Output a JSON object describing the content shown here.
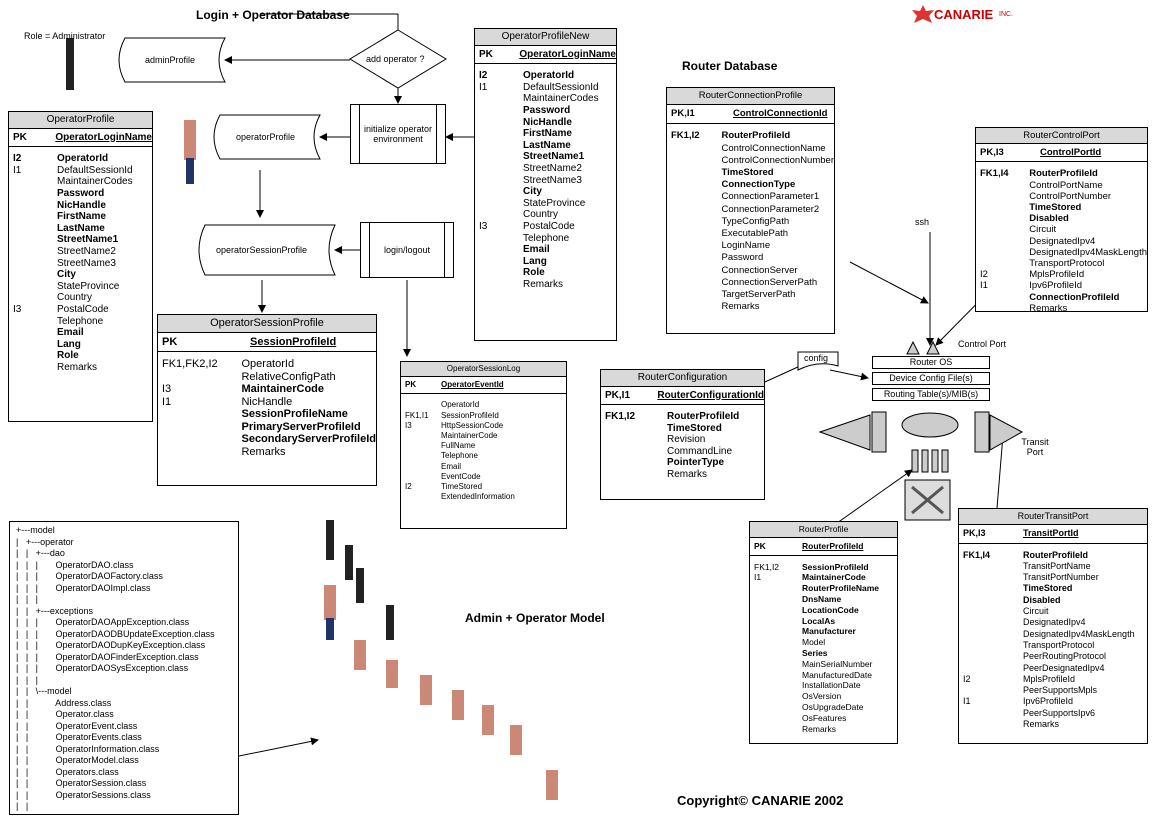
{
  "logo": {
    "brand": "CANARIE",
    "suffix": "INC."
  },
  "headings": {
    "login": "Login + Operator Database",
    "router": "Router Database",
    "admin": "Admin + Operator Model",
    "copyright": "Copyright© CANARIE 2002"
  },
  "labels": {
    "role_admin": "Role = Administrator",
    "admin_profile": "adminProfile",
    "operator_profile": "operatorProfile",
    "operator_session_profile": "operatorSessionProfile",
    "add_operator": "add operator ?",
    "initialize": "initialize operator environment",
    "login_logout": "login/logout",
    "ssh": "ssh",
    "control_port": "Control Port",
    "transit_port": "Transit Port",
    "config": "config"
  },
  "router_os": [
    "Router OS",
    "Device Config File(s)",
    "Routing Table(s)/MIB(s)"
  ],
  "tables": {
    "operator_profile": {
      "title": "OperatorProfile",
      "pk": "PK",
      "pk_field": "OperatorLoginName",
      "keys": [
        "I2",
        "I1",
        "",
        "",
        "",
        "",
        "",
        "",
        "",
        "",
        "",
        "",
        "",
        "I3",
        "",
        "",
        "",
        ""
      ],
      "fields": [
        "OperatorId",
        "DefaultSessionId",
        "MaintainerCodes",
        "Password",
        "NicHandle",
        "FirstName",
        "LastName",
        "StreetName1",
        "StreetName2",
        "StreetName3",
        "City",
        "StateProvince",
        "Country",
        "PostalCode",
        "Telephone",
        "Email",
        "Lang",
        "Role",
        "Remarks"
      ],
      "bold": [
        0,
        3,
        4,
        5,
        6,
        7,
        10,
        15,
        16,
        17
      ]
    },
    "operator_profile_new": {
      "title": "OperatorProfileNew",
      "pk": "PK",
      "pk_field": "OperatorLoginName",
      "keys": [
        "I2",
        "I1",
        "",
        "",
        "",
        "",
        "",
        "",
        "",
        "",
        "",
        "",
        "",
        "I3"
      ],
      "fields": [
        "OperatorId",
        "DefaultSessionId",
        "MaintainerCodes",
        "Password",
        "NicHandle",
        "FirstName",
        "LastName",
        "StreetName1",
        "StreetName2",
        "StreetName3",
        "City",
        "StateProvince",
        "Country",
        "PostalCode",
        "Telephone",
        "Email",
        "Lang",
        "Role",
        "Remarks"
      ],
      "bold": [
        0,
        3,
        4,
        5,
        6,
        7,
        10,
        15,
        16,
        17
      ]
    },
    "operator_session_profile": {
      "title": "OperatorSessionProfile",
      "pk": "PK",
      "pk_field": "SessionProfileId",
      "keys": [
        "FK1,FK2,I2",
        "",
        "I3",
        "I1"
      ],
      "fields": [
        "OperatorId",
        "RelativeConfigPath",
        "MaintainerCode",
        "NicHandle",
        "SessionProfileName",
        "PrimaryServerProfileId",
        "SecondaryServerProfileId",
        "Remarks"
      ],
      "bold": [
        2,
        4,
        5,
        6
      ]
    },
    "operator_session_log": {
      "title": "OperatorSessionLog",
      "pk": "PK",
      "pk_field": "OperatorEventId",
      "keys": [
        "",
        "FK1,I1",
        "I3",
        "",
        "",
        "",
        "",
        "",
        "I2"
      ],
      "fields": [
        "OperatorId",
        "SessionProfileId",
        "HttpSessionCode",
        "MaintainerCode",
        "FullName",
        "Telephone",
        "Email",
        "EventCode",
        "TimeStored",
        "ExtendedInformation"
      ],
      "bold": []
    },
    "router_connection_profile": {
      "title": "RouterConnectionProfile",
      "pk": "PK,I1",
      "pk_field": "ControlConnectionId",
      "keys": [
        "FK1,I2"
      ],
      "fields": [
        "RouterProfileId",
        "ControlConnectionName",
        "ControlConnectionNumber",
        "TimeStored",
        "ConnectionType",
        "ConnectionParameter1",
        "ConnectionParameter2",
        "TypeConfigPath",
        "ExecutablePath",
        "LoginName",
        "Password",
        "ConnectionServer",
        "ConnectionServerPath",
        "TargetServerPath",
        "Remarks"
      ],
      "bold": [
        0,
        3,
        4
      ]
    },
    "router_control_port": {
      "title": "RouterControlPort",
      "pk": "PK,I3",
      "pk_field": "ControlPortId",
      "keys": [
        "FK1,I4",
        "",
        "",
        "",
        "",
        "",
        "",
        "",
        "",
        "I2",
        "I1"
      ],
      "fields": [
        "RouterProfileId",
        "ControlPortName",
        "ControlPortNumber",
        "TimeStored",
        "Disabled",
        "Circuit",
        "DesignatedIpv4",
        "DesignatedIpv4MaskLength",
        "TransportProtocol",
        "MplsProfileId",
        "Ipv6ProfileId",
        "ConnectionProfileId",
        "Remarks"
      ],
      "bold": [
        0,
        3,
        4,
        11
      ]
    },
    "router_configuration": {
      "title": "RouterConfiguration",
      "pk": "PK,I1",
      "pk_field": "RouterConfigurationId",
      "keys": [
        "FK1,I2"
      ],
      "fields": [
        "RouterProfileId",
        "TimeStored",
        "Revision",
        "CommandLine",
        "PointerType",
        "Remarks"
      ],
      "bold": [
        0,
        1,
        4
      ]
    },
    "router_profile": {
      "title": "RouterProfile",
      "pk": "PK",
      "pk_field": "RouterProfileId",
      "keys": [
        "FK1,I2",
        "I1"
      ],
      "fields": [
        "SessionProfileId",
        "MaintainerCode",
        "RouterProfileName",
        "DnsName",
        "LocationCode",
        "LocalAs",
        "Manufacturer",
        "Model",
        "Series",
        "MainSerialNumber",
        "ManufacturedDate",
        "InstallationDate",
        "OsVersion",
        "OsUpgradeDate",
        "OsFeatures",
        "Remarks"
      ],
      "bold": [
        0,
        1,
        2,
        3,
        4,
        5,
        6,
        8
      ]
    },
    "router_transit_port": {
      "title": "RouterTransitPort",
      "pk": "PK,I3",
      "pk_field": "TransitPortId",
      "keys": [
        "FK1,I4",
        "",
        "",
        "",
        "",
        "",
        "",
        "",
        "",
        "",
        "",
        "I2",
        "",
        "I1"
      ],
      "fields": [
        "RouterProfileId",
        "TransitPortName",
        "TransitPortNumber",
        "TimeStored",
        "Disabled",
        "Circuit",
        "DesignatedIpv4",
        "DesignatedIpv4MaskLength",
        "TransportProtocol",
        "PeerRoutingProtocol",
        "PeerDesignatedIpv4",
        "MplsProfileId",
        "PeerSupportsMpls",
        "Ipv6ProfileId",
        "PeerSupportsIpv6",
        "Remarks"
      ],
      "bold": [
        0,
        3,
        4
      ]
    }
  },
  "tree": [
    "+---model",
    "|   +---operator",
    "|   |   +---dao",
    "|   |   |       OperatorDAO.class",
    "|   |   |       OperatorDAOFactory.class",
    "|   |   |       OperatorDAOImpl.class",
    "|   |   |",
    "|   |   +---exceptions",
    "|   |   |       OperatorDAOAppException.class",
    "|   |   |       OperatorDAODBUpdateException.class",
    "|   |   |       OperatorDAODupKeyException.class",
    "|   |   |       OperatorDAOFinderException.class",
    "|   |   |       OperatorDAOSysException.class",
    "|   |   |",
    "|   |   \\---model",
    "|   |           Address.class",
    "|   |           Operator.class",
    "|   |           OperatorEvent.class",
    "|   |           OperatorEvents.class",
    "|   |           OperatorInformation.class",
    "|   |           OperatorModel.class",
    "|   |           Operators.class",
    "|   |           OperatorSession.class",
    "|   |           OperatorSessions.class",
    "|   |"
  ]
}
